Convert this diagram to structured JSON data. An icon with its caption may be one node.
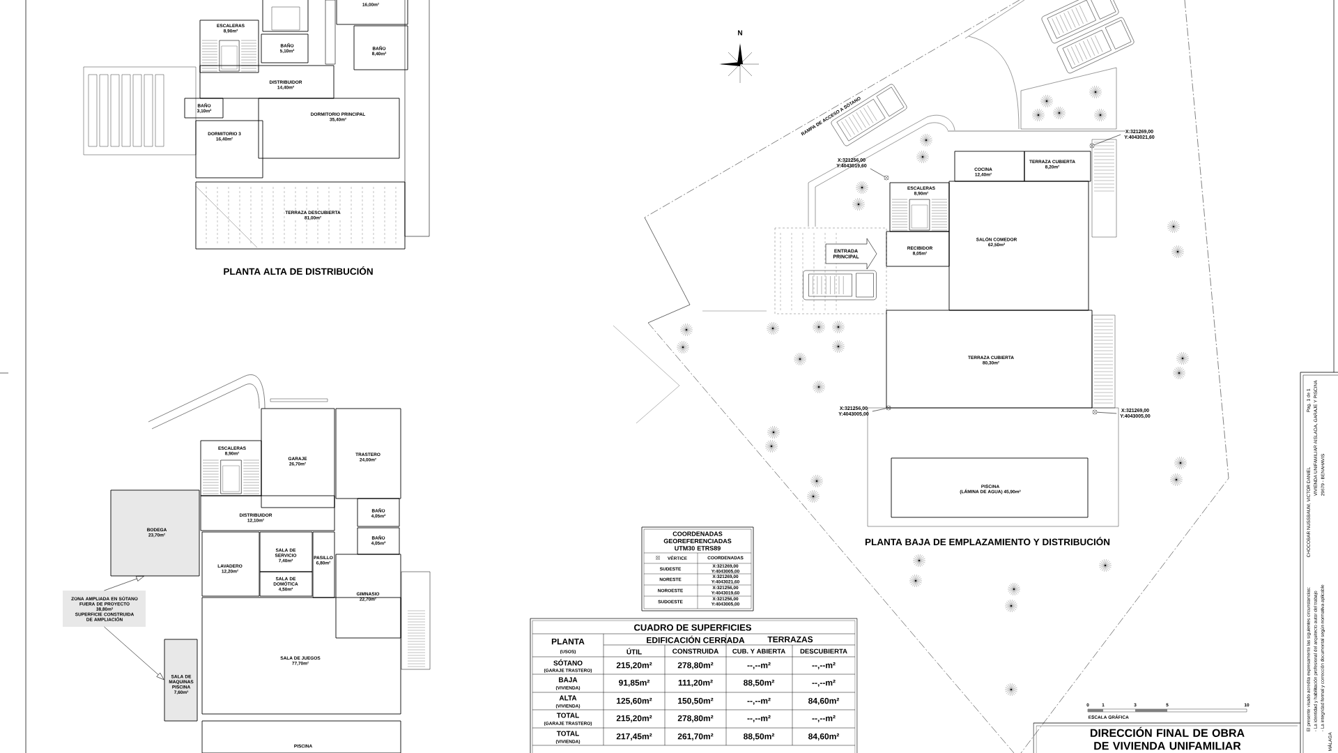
{
  "diagram": {
    "title": "DIRECCIÓN FINAL DE OBRA DE VIVIENDA UNIFAMILIAR",
    "nodes": [
      {
        "text": [
          "16,00m²"
        ]
      },
      {
        "text": [
          "ESCALERAS",
          "8,90m²"
        ]
      },
      {
        "text": [
          "BAÑO",
          "5,10m²"
        ]
      },
      {
        "text": [
          "BAÑO",
          "8,40m²"
        ]
      },
      {
        "text": [
          "DISTRIBUIDOR",
          "14,40m²"
        ]
      },
      {
        "text": [
          "BAÑO",
          "3,10m²"
        ]
      },
      {
        "text": [
          "DORMITORIO PRINCIPAL",
          "35,40m²"
        ]
      },
      {
        "text": [
          "DORMITORIO 3",
          "16,40m²"
        ]
      },
      {
        "text": [
          "TERRAZA DESCUBIERTA",
          "81,00m²"
        ]
      },
      {
        "text": [
          "X:321269,00 Y:4043021,60"
        ]
      },
      {
        "text": [
          "TERRAZA CUBIERTA",
          "8,20m²"
        ]
      },
      {
        "text": [
          "X:321256,00 Y:4043019,60"
        ]
      },
      {
        "text": [
          "COCINA",
          "12,40m²"
        ]
      },
      {
        "text": [
          "ESCALERAS",
          "8,90m²"
        ]
      },
      {
        "text": [
          "SALÓN COMEDOR",
          "62,50m²"
        ]
      },
      {
        "text": [
          "ENTRADA PRINCIPAL"
        ]
      },
      {
        "text": [
          "RECIBIDOR",
          "8,05m²"
        ]
      },
      {
        "text": [
          "TERRAZA CUBIERTA",
          "80,30m²"
        ]
      },
      {
        "text": [
          "X:321256,00 Y:4043005,00"
        ]
      },
      {
        "text": [
          "X:321269,00 Y:4043005,00"
        ]
      },
      {
        "text": [
          "PISCINA",
          "(LÁMINA DE AGUA) 45,90m²"
        ]
      },
      {
        "text": [
          "ESCALERAS",
          "8,90m²"
        ]
      },
      {
        "text": [
          "GARAJE",
          "26,70m²"
        ]
      },
      {
        "text": [
          "TRASTERO",
          "24,00m²"
        ]
      },
      {
        "text": [
          "BAÑO",
          "4,05m²"
        ]
      },
      {
        "text": [
          "DISTRIBUIDOR",
          "12,10m²"
        ]
      },
      {
        "text": [
          "BODEGA",
          "23,70m²"
        ]
      },
      {
        "text": [
          "BAÑO",
          "4,05m²"
        ]
      },
      {
        "text": [
          "SALA DE SERVICIO",
          "7,40m²"
        ]
      },
      {
        "text": [
          "PASILLO",
          "6,80m²"
        ]
      },
      {
        "text": [
          "LAVADERO",
          "12,20m²"
        ]
      },
      {
        "text": [
          "SALA DE DOMÓTICA",
          "4,50m²"
        ]
      },
      {
        "text": [
          "GIMNASIO",
          "22,70m²"
        ]
      },
      {
        "text": [
          "ZONA AMPLIADA EN SÓTANO FUERA DE PROYECTO",
          "38,80m²",
          "SUPERFICIE CONSTRUIDA DE AMPLIACIÓN"
        ]
      },
      {
        "text": [
          "SALA DE JUEGOS",
          "77,70m²"
        ]
      },
      {
        "text": [
          "SALA DE MAQUINAS PISCINA",
          "7,60m²"
        ]
      },
      {
        "text": [
          "PISCINA"
        ]
      },
      {
        "text": [],
        "shape": "circle"
      },
      {
        "text": [],
        "shape": "circle"
      },
      {
        "text": [],
        "shape": "circle"
      },
      {
        "text": [],
        "shape": "circle"
      }
    ],
    "edges": [
      {
        "from": 33,
        "to": 26,
        "arrow": "to"
      },
      {
        "from": 33,
        "to": 35,
        "arrow": "to"
      },
      {
        "from": 9,
        "to": 37,
        "arrow": "none"
      },
      {
        "from": 11,
        "to": 38,
        "arrow": "none"
      },
      {
        "from": 18,
        "to": 39,
        "arrow": "none"
      },
      {
        "from": 19,
        "to": 40,
        "arrow": "none"
      }
    ],
    "labels": [
      "PLANTA ALTA DE DISTRIBUCIÓN",
      "N",
      "RAMPA DE ACCESO A SÓTANO",
      "PLANTA BAJA DE EMPLAZAMIENTO Y DISTRIBUCIÓN",
      "COORDENADAS GEOREFERENCIADAS UTM30 ETRS89",
      "VÉRTICE",
      "COORDENADAS",
      "SUDESTE",
      "X:321269,00 Y:4043005,00",
      "NORESTE",
      "X:321269,00 Y:4043021,60",
      "NOROESTE",
      "X:321256,00 Y:4043019,60",
      "SUDOESTE",
      "X:321256,00 Y:4043005,00",
      "CUADRO DE SUPERFICIES",
      "PLANTA",
      "(USOS)",
      "EDIFICACIÓN CERRADA",
      "TERRAZAS",
      "ÚTIL",
      "CONSTRUIDA",
      "CUB. Y ABIERTA",
      "DESCUBIERTA",
      "SÓTANO",
      "(GARAJE TRASTERO)",
      "215,20m²",
      "278,80m²",
      "--,--m²",
      "--,--m²",
      "BAJA",
      "(VIVIENDA)",
      "91,85m²",
      "111,20m²",
      "88,50m²",
      "--,--m²",
      "ALTA",
      "(VIVIENDA)",
      "125,60m²",
      "150,50m²",
      "--,--m²",
      "84,60m²",
      "TOTAL",
      "(GARAJE TRASTERO)",
      "215,20m²",
      "278,80m²",
      "--,--m²",
      "--,--m²",
      "TOTAL",
      "(VIVIENDA)",
      "217,45m²",
      "261,70m²",
      "88,50m²",
      "84,60m²",
      "0",
      "1",
      "3",
      "5",
      "10",
      "ESCALA GRÁFICA",
      "Pag. 1 de 1",
      "VIVIENDA UNIFAMILIAR AISLADA, GARAJE Y PISCINA",
      "29679 - BENAHAVIS",
      "CHOCOBAR NUSSBAUM, VICTOR DANIEL",
      "El presente visado acredita expresamente las siguientes circunstancias:",
      "- La identidad y habilitación profesional del arquitecto autor del trabajo",
      "- La integridad formal y corrección documental según normativa aplicable",
      "MÁLAGA"
    ]
  }
}
